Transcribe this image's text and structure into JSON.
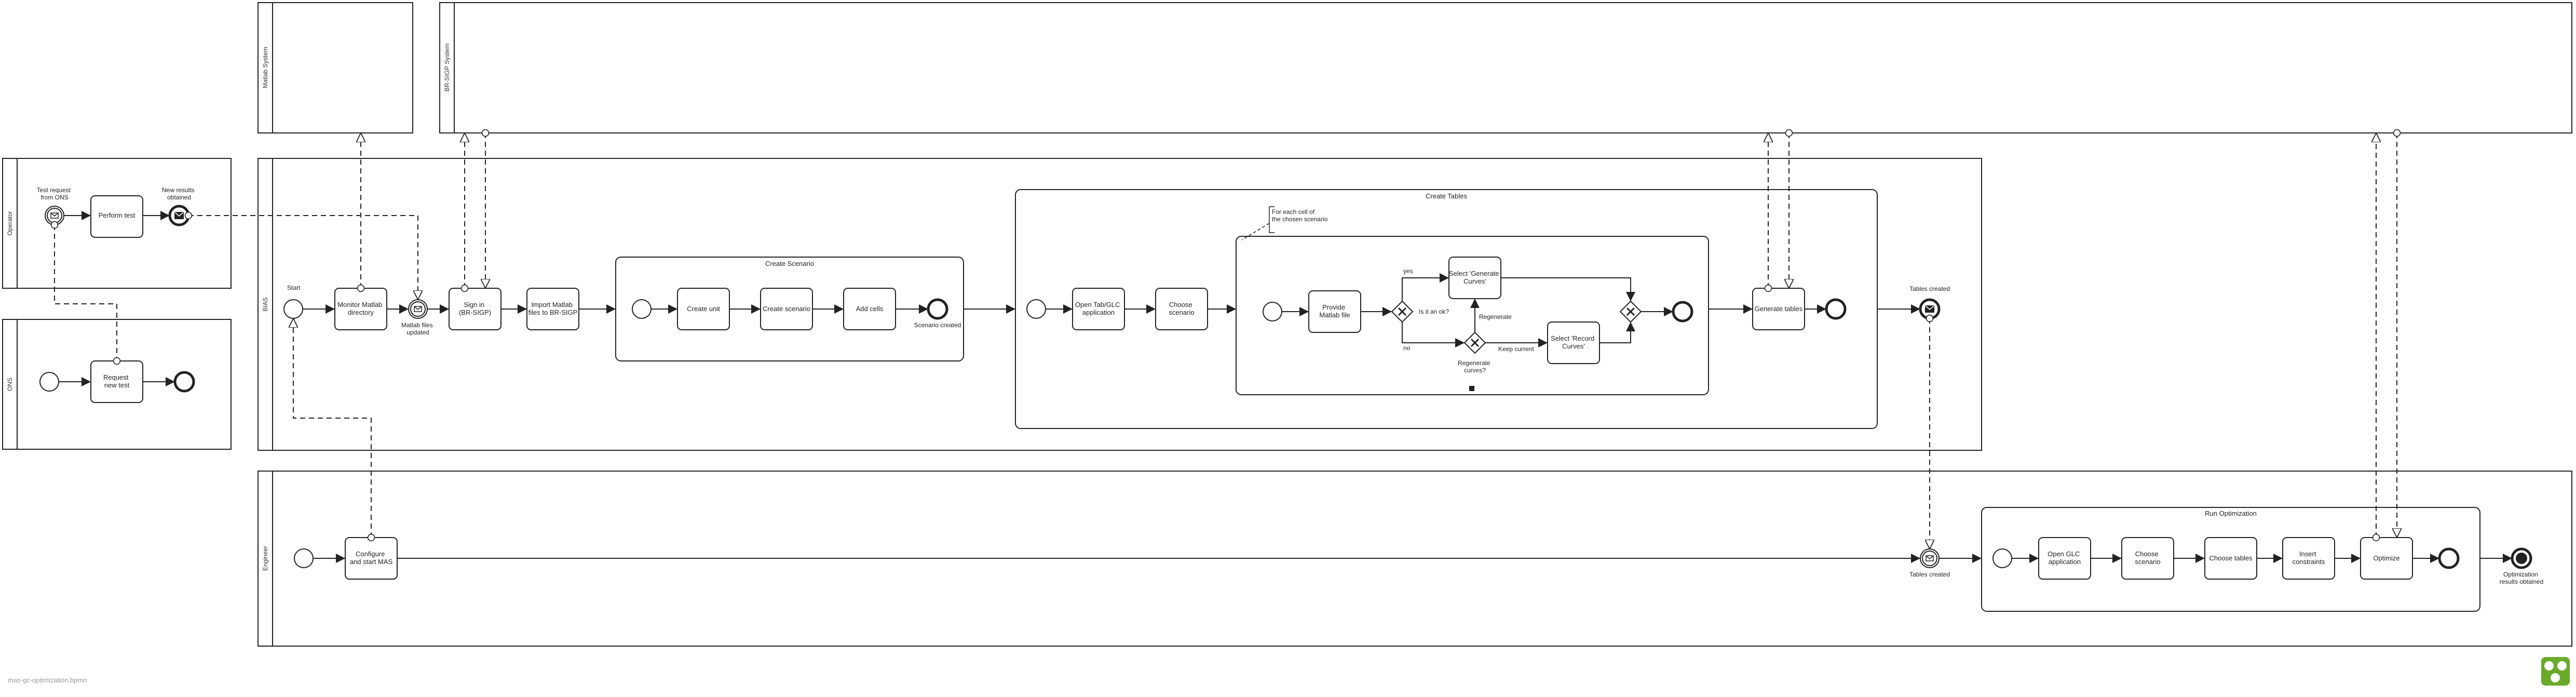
{
  "pools": {
    "matlab": "Matlab System",
    "br": "BR-SIGP System",
    "operator": "Operator",
    "ons": "ONS",
    "bias": "BIAS",
    "engineer": "Engineer"
  },
  "operator": {
    "test_request": "Test request from ONS",
    "perform_test": "Perform test",
    "new_results": "New results obtained"
  },
  "ons": {
    "request_test": "Request new test"
  },
  "bias": {
    "start": "Start",
    "monitor": "Monitor Matlab directory",
    "matlab_updated": "Matlab files updated",
    "sign_in": "Sign in (BR-SIGP)",
    "import": "Import Matlab files to BR-SIGP",
    "create_scenario": "Create Scenario",
    "create_unit": "Create unit",
    "create_scenario_task": "Create scenario",
    "add_cells": "Add cells",
    "scenario_created": "Scenario created",
    "create_tables": "Create Tables",
    "open_tabglc": "Open Tab/GLC application",
    "choose_scenario": "Choose scenario",
    "annotation": "For each cell of the chosen scenario",
    "provide_matlab": "Provide Matlab file",
    "gw_question": "Is it an ok?",
    "gw_yes": "yes",
    "gw_no": "no",
    "select_generate": "Select 'Generate Curves'",
    "regenerate": "Regenerate",
    "regenerate_question": "Regenerate curves?",
    "keep_current": "Keep current",
    "select_record": "Select 'Record Curves'",
    "generate_tables": "Generate tables",
    "tables_created": "Tables created"
  },
  "engineer": {
    "configure": "Configure and start MAS",
    "tables_created": "Tables created",
    "run_optimization": "Run Optimization",
    "open_glc": "Open GLC application",
    "choose_scenario": "Choose scenario",
    "choose_tables": "Choose tables",
    "insert_constraints": "Insert constraints",
    "optimize": "Optimize",
    "results_obtained": "Optimization results obtained"
  },
  "footer": "mas-gc-optimization.bpmn",
  "colors": {
    "line": "#222222",
    "logo": "#6aaa2a"
  }
}
